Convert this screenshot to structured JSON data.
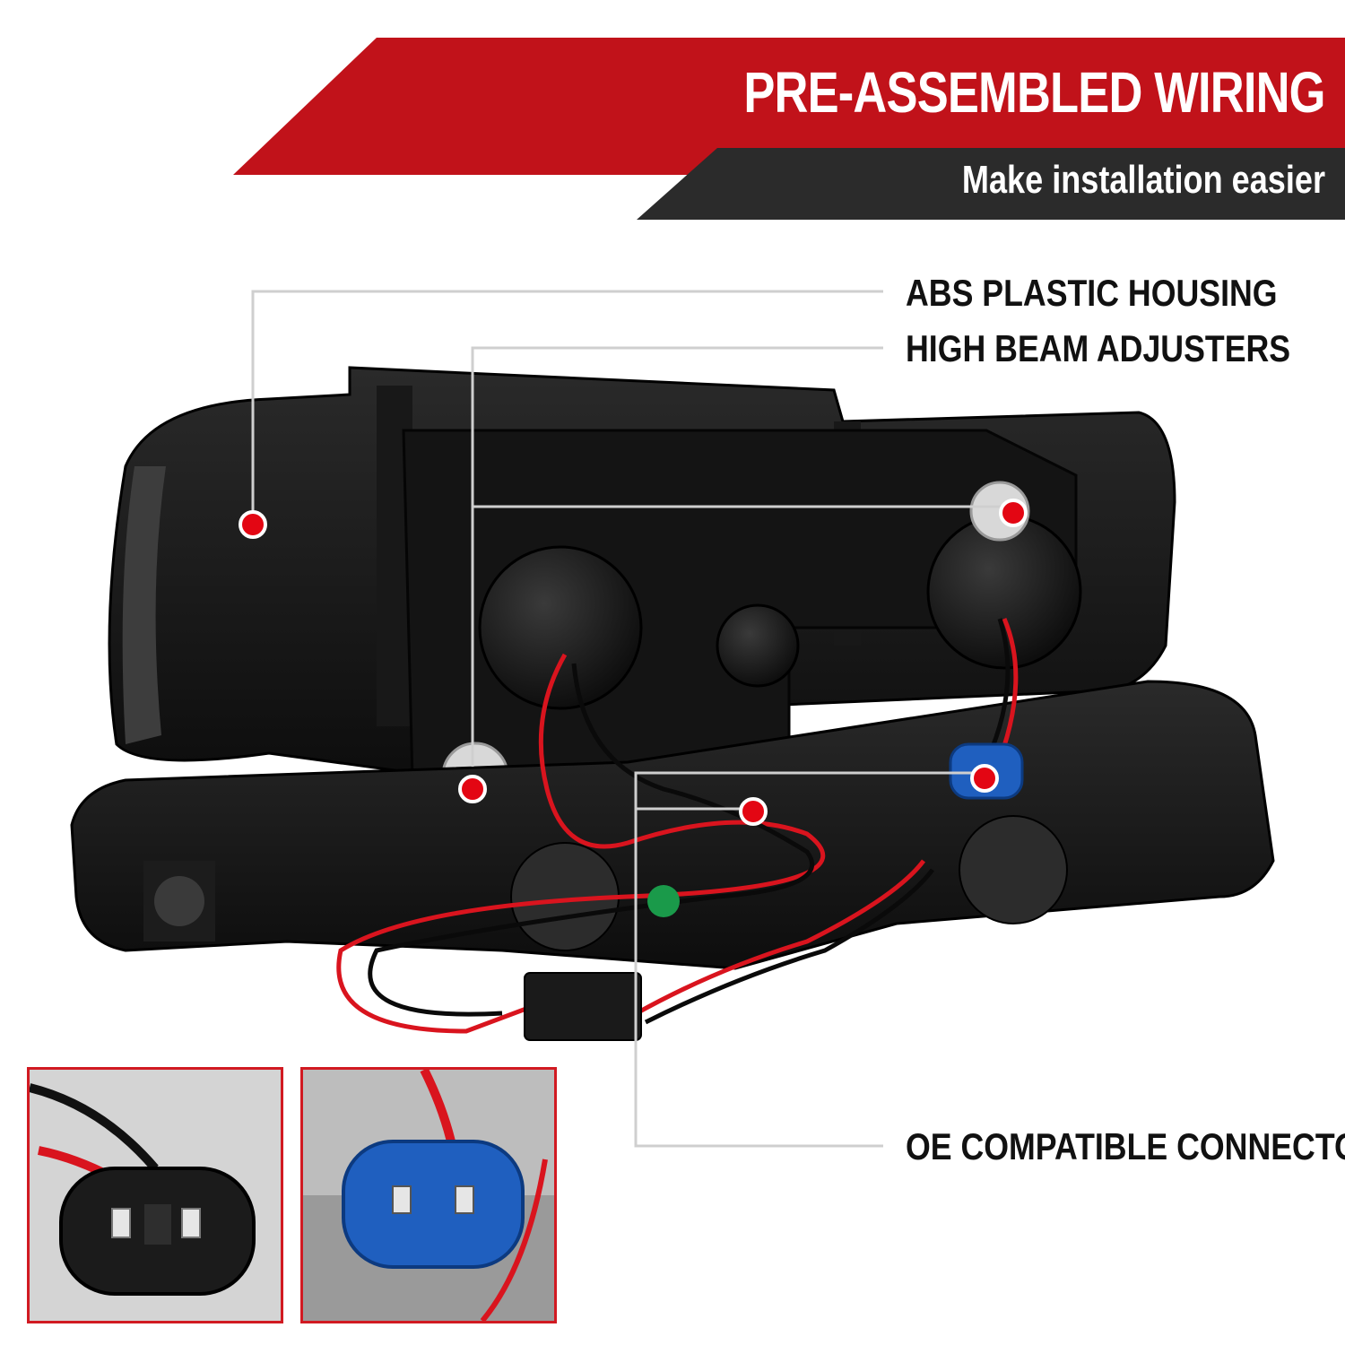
{
  "banner": {
    "title": "PRE-ASSEMBLED WIRING",
    "subtitle": "Make installation easier",
    "colors": {
      "red": "#c1121a",
      "dark": "#2b2b2b"
    }
  },
  "callouts": {
    "housing": "ABS PLASTIC HOUSING",
    "adjusters": "HIGH BEAM ADJUSTERS",
    "connectors": "OE COMPATIBLE CONNECTORS"
  },
  "insets": [
    {
      "name": "black-connector",
      "icon": "connector-black-icon"
    },
    {
      "name": "blue-connector",
      "icon": "connector-blue-icon"
    }
  ],
  "colors": {
    "marker": "#e30613",
    "callout_line": "#cfcfcf",
    "inset_border": "#d11a22"
  }
}
